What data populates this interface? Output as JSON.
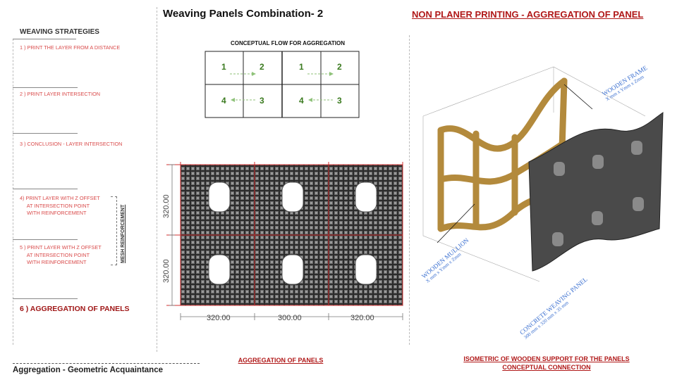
{
  "header": {
    "title": "Weaving Panels Combination- 2",
    "right_title": "NON PLANER PRINTING - AGGREGATION  OF  PANEL"
  },
  "strategies": {
    "heading": "WEAVING STRATEGIES",
    "steps": [
      "1 ) PRINT THE LAYER FROM A DISTANCE",
      "2 ) PRINT LAYER INTERSECTION",
      "3 ) CONCLUSION -  LAYER INTERSECTION",
      "4) PRINT LAYER WITH Z OFFSET\n     AT INTERSECTION POINT\n     WITH REINFORCEMENT",
      "5 ) PRINT LAYER WITH Z OFFSET\n     AT INTERSECTION POINT\n     WITH REINFORCEMENT",
      "6 ) AGGREGATION  OF  PANELS"
    ],
    "mesh_label": "MESH  REINFORCEMENT"
  },
  "flow": {
    "title": "CONCEPTUAL FLOW FOR AGGREGATION",
    "cells": [
      "1",
      "2",
      "4",
      "3",
      "1",
      "2",
      "4",
      "3"
    ],
    "accent": "#3a7a1f",
    "arrow_color": "#8fc27a"
  },
  "aggregation": {
    "row_dims": [
      "320.00",
      "320.00"
    ],
    "col_dims": [
      "320.00",
      "300.00",
      "320.00"
    ],
    "caption": "AGGREGATION  OF  PANELS"
  },
  "isometric": {
    "frame_label": "WOODEN  FRAME",
    "frame_dims": "X mm x Ymm x Zmm",
    "mullion_label": "WOODEN  MULLION",
    "mullion_dims": "X mm x Ymm x Zmm",
    "panel_label": "CONCRETE WEAVING PANEL",
    "panel_dims": "300 mm x 320 mm x 35 mm",
    "caption_line1": "ISOMETRIC OF WOODEN SUPPORT FOR THE PANELS",
    "caption_line2": "CONCEPTUAL  CONNECTION",
    "blue": "#3a6fd0",
    "wood": "#b38a3c"
  },
  "footer": {
    "text": "Aggregation - Geometric Acquaintance"
  }
}
